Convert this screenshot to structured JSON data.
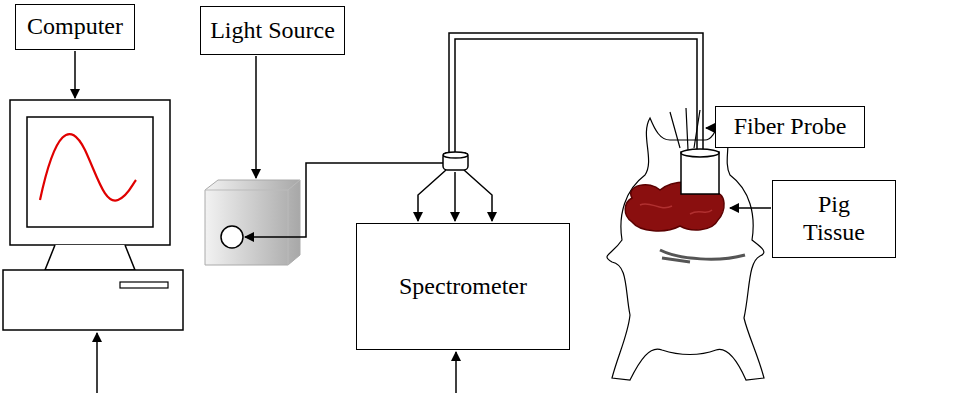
{
  "diagram": {
    "nodes": [
      {
        "text": [
          "Computer"
        ]
      },
      {
        "text": [
          "Light Source"
        ]
      },
      {
        "text": [
          "Spectrometer"
        ]
      },
      {
        "text": [
          "Fiber Probe"
        ]
      },
      {
        "text": [
          "Pig Tissue"
        ]
      }
    ]
  }
}
